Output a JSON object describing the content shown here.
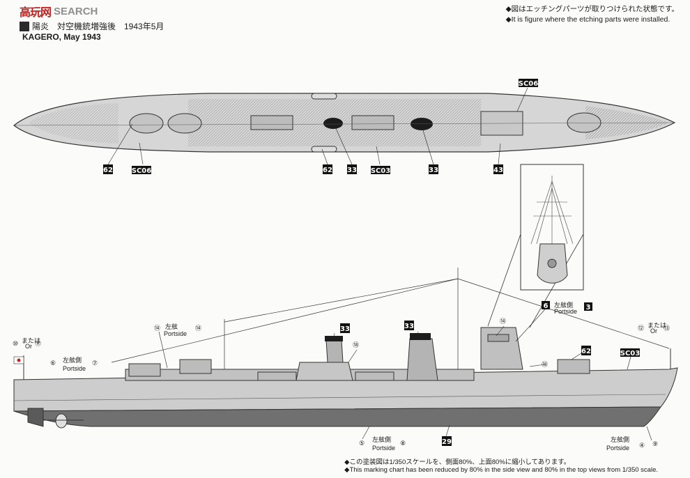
{
  "header": {
    "logo": "高玩网",
    "search": "SEARCH",
    "jp_title": "陽炎　対空機銃増強後　1943年5月",
    "en_title": "KAGERO, May 1943"
  },
  "notes": {
    "top_jp": "◆図はエッチングパーツが取りつけられた状態です。",
    "top_en": "◆It is figure where the etching parts were installed.",
    "bottom_jp": "◆この塗装図は1/350スケールを、側面80%、上面80%に縮小してあります。",
    "bottom_en": "◆This marking chart has been reduced by 80% in the side view and 80% in the top views from 1/350 scale."
  },
  "top_view_labels": {
    "sc06_right": "SC06",
    "p62_left": "62",
    "sc06_left": "SC06",
    "p62_mid": "62",
    "p33_a": "33",
    "sc03": "SC03",
    "p33_b": "33",
    "p43": "43"
  },
  "side_view_labels": {
    "p33_a": "33",
    "p33_b": "33",
    "p6": "6",
    "sakugen": "左舷側",
    "portside": "Portside",
    "p3": "3",
    "p62": "62",
    "sc03": "SC03",
    "p29": "29",
    "c14a": "⑭",
    "left14": "左舷",
    "portside14": "Portside",
    "c14b": "⑭",
    "c10": "⑩",
    "mataha": "または",
    "or": "Or",
    "c11": "⑪",
    "c6": "⑥",
    "paren_sakugen": "左舷側",
    "paren_portside": "Portside",
    "c7": "⑦",
    "c18a": "⑱",
    "c18b": "⑱",
    "c14c": "⑭",
    "c12": "⑫",
    "c13": "⑬",
    "c5": "⑤",
    "c8": "⑧",
    "c4": "④",
    "c9": "⑨"
  }
}
